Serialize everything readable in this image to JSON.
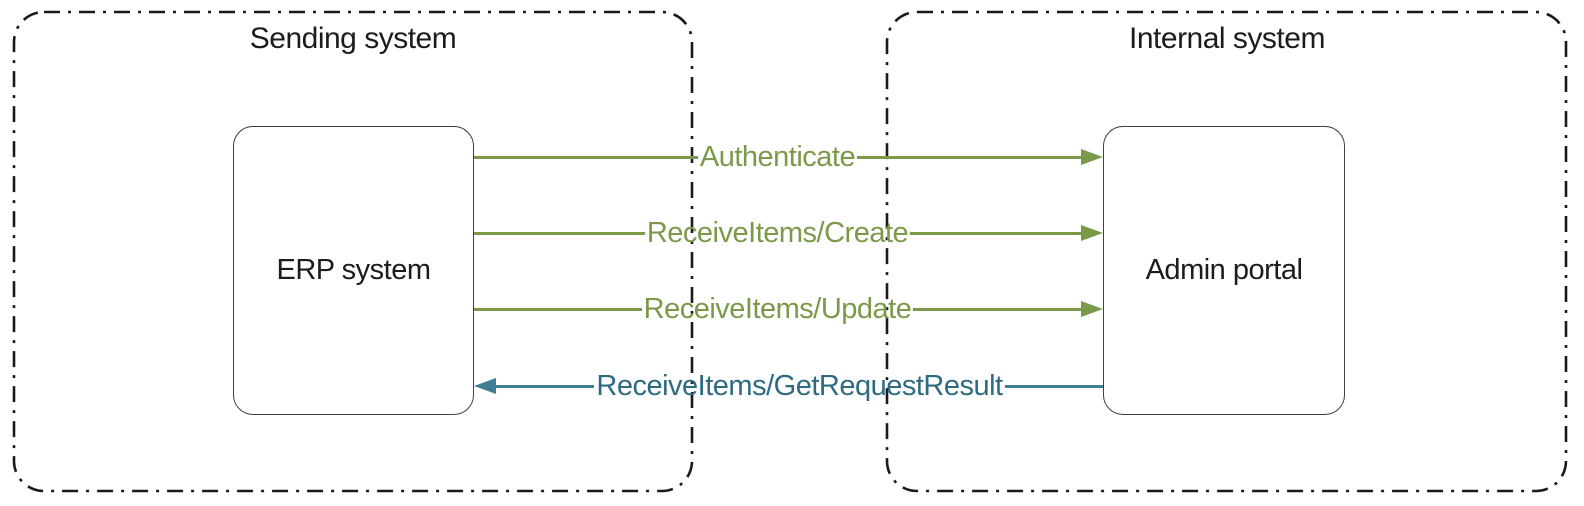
{
  "diagram": {
    "type": "system-integration-flow",
    "containers": [
      {
        "title": "Sending system",
        "node_label": "ERP system",
        "border_style": "dash-dot"
      },
      {
        "title": "Internal system",
        "node_label": "Admin portal",
        "border_style": "dash-dot"
      }
    ],
    "arrows": [
      {
        "label": "Authenticate",
        "from": "ERP system",
        "to": "Admin portal",
        "direction": "right",
        "color": "#7a9a49"
      },
      {
        "label": "ReceiveItems/Create",
        "from": "ERP system",
        "to": "Admin portal",
        "direction": "right",
        "color": "#7a9a49"
      },
      {
        "label": "ReceiveItems/Update",
        "from": "ERP system",
        "to": "Admin portal",
        "direction": "right",
        "color": "#7a9a49"
      },
      {
        "label": "ReceiveItems/GetRequestResult",
        "from": "Admin portal",
        "to": "ERP system",
        "direction": "left",
        "color": "#2e6b82"
      }
    ],
    "colors": {
      "green_arrow": "#7a9a49",
      "blue_arrow_line": "#417e96",
      "blue_arrow_text": "#2e6b82",
      "container_border": "#1a1a1a",
      "node_border": "#3f3f3f",
      "text": "#1c1c1c",
      "background": "#ffffff"
    }
  }
}
